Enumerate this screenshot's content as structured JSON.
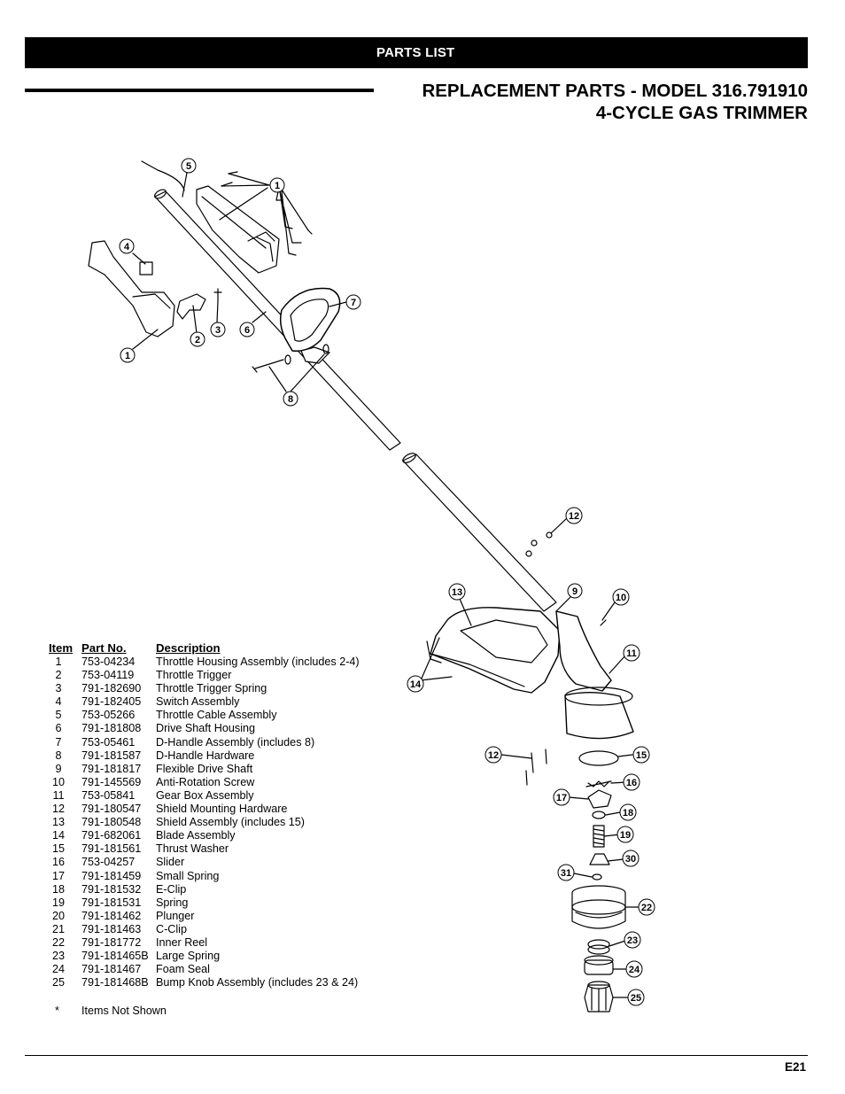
{
  "header": {
    "section": "PARTS LIST"
  },
  "title": {
    "line1": "REPLACEMENT PARTS - MODEL 316.791910",
    "line2": "4-CYCLE GAS TRIMMER"
  },
  "table": {
    "headers": {
      "item": "Item",
      "part_no": "Part No.",
      "description": "Description"
    },
    "rows": [
      {
        "item": "1",
        "part": "753-04234",
        "desc": "Throttle Housing Assembly (includes 2-4)"
      },
      {
        "item": "2",
        "part": "753-04119",
        "desc": "Throttle Trigger"
      },
      {
        "item": "3",
        "part": "791-182690",
        "desc": "Throttle Trigger Spring"
      },
      {
        "item": "4",
        "part": "791-182405",
        "desc": "Switch Assembly"
      },
      {
        "item": "5",
        "part": "753-05266",
        "desc": "Throttle Cable Assembly"
      },
      {
        "item": "6",
        "part": "791-181808",
        "desc": "Drive Shaft Housing"
      },
      {
        "item": "7",
        "part": "753-05461",
        "desc": "D-Handle Assembly (includes 8)"
      },
      {
        "item": "8",
        "part": "791-181587",
        "desc": "D-Handle Hardware"
      },
      {
        "item": "9",
        "part": "791-181817",
        "desc": "Flexible Drive Shaft"
      },
      {
        "item": "10",
        "part": "791-145569",
        "desc": "Anti-Rotation Screw"
      },
      {
        "item": "11",
        "part": "753-05841",
        "desc": "Gear Box Assembly"
      },
      {
        "item": "12",
        "part": "791-180547",
        "desc": "Shield Mounting Hardware"
      },
      {
        "item": "13",
        "part": "791-180548",
        "desc": "Shield Assembly (includes 15)"
      },
      {
        "item": "14",
        "part": "791-682061",
        "desc": "Blade Assembly"
      },
      {
        "item": "15",
        "part": "791-181561",
        "desc": "Thrust Washer"
      },
      {
        "item": "16",
        "part": "753-04257",
        "desc": "Slider"
      },
      {
        "item": "17",
        "part": "791-181459",
        "desc": "Small Spring"
      },
      {
        "item": "18",
        "part": "791-181532",
        "desc": "E-Clip"
      },
      {
        "item": "19",
        "part": "791-181531",
        "desc": "Spring"
      },
      {
        "item": "20",
        "part": "791-181462",
        "desc": "Plunger"
      },
      {
        "item": "21",
        "part": "791-181463",
        "desc": "C-Clip"
      },
      {
        "item": "22",
        "part": "791-181772",
        "desc": "Inner Reel"
      },
      {
        "item": "23",
        "part": "791-181465B",
        "desc": "Large Spring"
      },
      {
        "item": "24",
        "part": "791-181467",
        "desc": "Foam Seal"
      },
      {
        "item": "25",
        "part": "791-181468B",
        "desc": "Bump Knob Assembly (includes 23 & 24)"
      }
    ],
    "note_symbol": "*",
    "note_text": "Items Not Shown"
  },
  "callouts": [
    "5",
    "1",
    "4",
    "7",
    "1",
    "2",
    "3",
    "6",
    "8",
    "12",
    "9",
    "13",
    "10",
    "11",
    "14",
    "12",
    "15",
    "16",
    "17",
    "18",
    "19",
    "30",
    "31",
    "22",
    "23",
    "24",
    "25"
  ],
  "footer": {
    "page_number": "E21"
  }
}
